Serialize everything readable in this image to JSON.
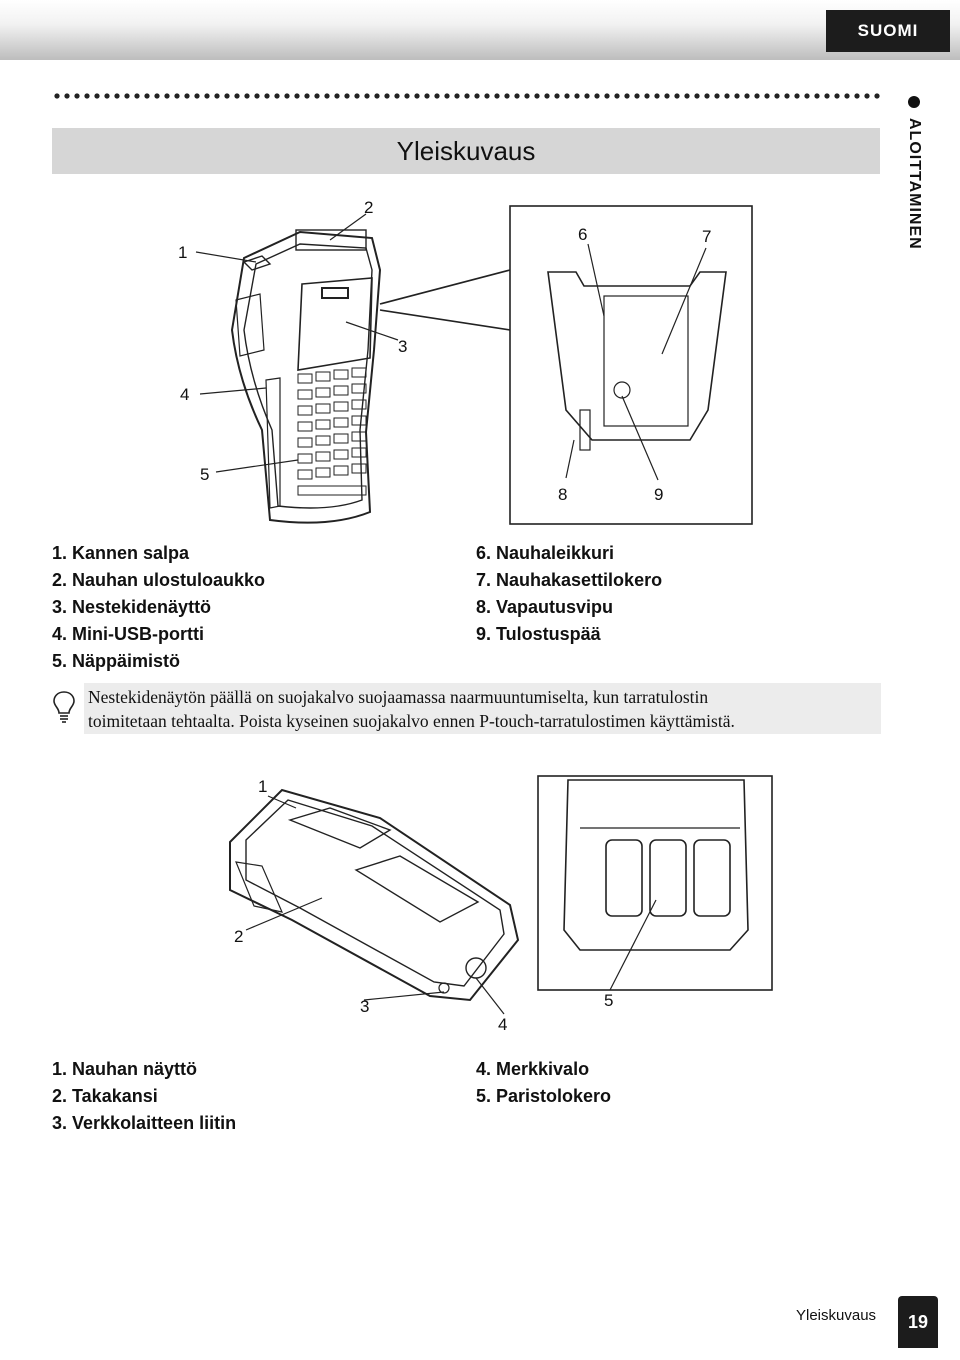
{
  "header": {
    "language_tab": "SUOMI",
    "section_label": "ALOITTAMINEN"
  },
  "title": "Yleiskuvaus",
  "figure1": {
    "callouts": {
      "c1": "1",
      "c2": "2",
      "c3": "3",
      "c4": "4",
      "c5": "5",
      "c6": "6",
      "c7": "7",
      "c8": "8",
      "c9": "9"
    }
  },
  "list1": {
    "left": [
      "1. Kannen salpa",
      "2. Nauhan ulostuloaukko",
      "3. Nestekidenäyttö",
      "4. Mini-USB-portti",
      "5. Näppäimistö"
    ],
    "right": [
      "6. Nauhaleikkuri",
      "7. Nauhakasettilokero",
      "8. Vapautusvipu",
      "9. Tulostuspää"
    ]
  },
  "note": {
    "line1": "Nestekidenäytön päällä on suojakalvo suojaamassa naarmuuntumiselta, kun tarratulostin",
    "line2": "toimitetaan tehtaalta. Poista kyseinen suojakalvo ennen P-touch-tarratulostimen käyttämistä."
  },
  "figure2": {
    "callouts": {
      "c1": "1",
      "c2": "2",
      "c3": "3",
      "c4": "4",
      "c5": "5"
    }
  },
  "list2": {
    "left": [
      "1. Nauhan näyttö",
      "2. Takakansi",
      "3. Verkkolaitteen liitin"
    ],
    "right": [
      "4. Merkkivalo",
      "5. Paristolokero"
    ]
  },
  "footer": {
    "section": "Yleiskuvaus",
    "page": "19"
  }
}
